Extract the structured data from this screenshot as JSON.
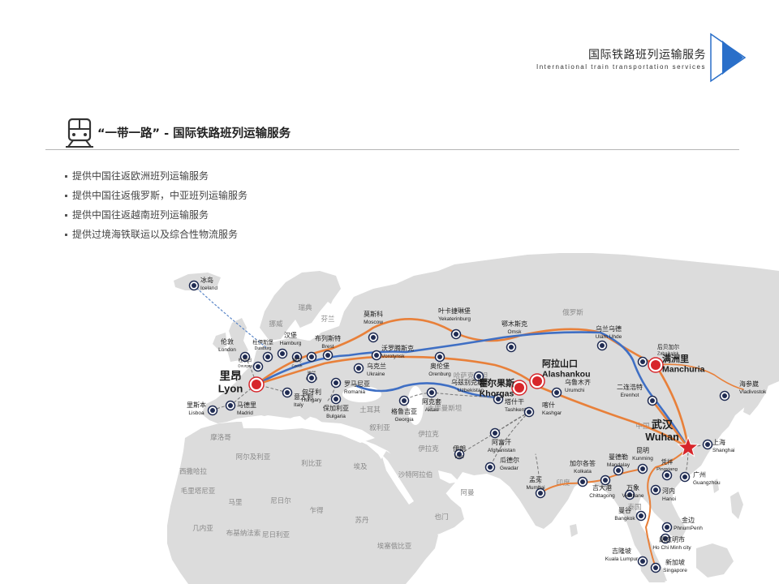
{
  "header": {
    "title": "国际铁路班列运输服务",
    "subtitle": "International train transportation services",
    "accent_color": "#2a6fc9",
    "arrow_icon": "triangle-right-icon"
  },
  "section": {
    "title": "“一带一路” - 国际铁路班列运输服务",
    "icon": "train-icon"
  },
  "bullets": [
    "提供中国往返欧洲班列运输服务",
    "提供中国往返俄罗斯，中亚班列运输服务",
    "提供中国往返越南班列运输服务",
    "提供过境海铁联运以及综合性物流服务"
  ],
  "map": {
    "colors": {
      "land": "#dcdcdc",
      "route_orange": "#e8803a",
      "route_blue": "#3f6fc4",
      "station": "#1f2b52",
      "hub": "#d7262b",
      "sea_route": "#5a86c8"
    },
    "stations": [
      {
        "id": "iceland",
        "zh": "冰岛",
        "en": "Iceland"
      },
      {
        "id": "london",
        "zh": "伦敦",
        "en": "London"
      },
      {
        "id": "duisburg",
        "zh": "杜伊斯堡",
        "en": "Duisburg"
      },
      {
        "id": "hamburg",
        "zh": "汉堡",
        "en": "Hamburg"
      },
      {
        "id": "brest",
        "zh": "布列斯特",
        "en": "Brest"
      },
      {
        "id": "moscow",
        "zh": "莫斯科",
        "en": "Moscow"
      },
      {
        "id": "yekaterinburg",
        "zh": "叶卡捷琳堡",
        "en": "Yekaterinburg"
      },
      {
        "id": "omsk",
        "zh": "鄂木斯克",
        "en": "Omsk"
      },
      {
        "id": "ulanude",
        "zh": "乌兰乌德",
        "en": "Ulam Uhde"
      },
      {
        "id": "zabaikalsk",
        "zh": "后贝加尔",
        "en": "Zabaikalsk"
      },
      {
        "id": "manchuria",
        "zh": "满洲里",
        "en": "Manchuria"
      },
      {
        "id": "vladivostok",
        "zh": "海参崴",
        "en": "Vladivostok"
      },
      {
        "id": "dourges",
        "zh": "杜尔日",
        "en": "Dourges"
      },
      {
        "id": "czech",
        "zh": "捷克",
        "en": "Czech"
      },
      {
        "id": "poland",
        "zh": "波兰",
        "en": "Poland"
      },
      {
        "id": "lyon",
        "zh": "里昂",
        "en": "Lyon"
      },
      {
        "id": "italy",
        "zh": "意大利",
        "en": "Italy"
      },
      {
        "id": "hungary",
        "zh": "匈牙利",
        "en": "Hungary"
      },
      {
        "id": "romania",
        "zh": "罗马尼亚",
        "en": "Romania"
      },
      {
        "id": "bulgaria",
        "zh": "保加利亚",
        "en": "Bulgaria"
      },
      {
        "id": "lisboa",
        "zh": "里斯本",
        "en": "Lisboa"
      },
      {
        "id": "madrid",
        "zh": "马德里",
        "en": "Madrid"
      },
      {
        "id": "ukraine",
        "zh": "乌克兰",
        "en": "Ukraine"
      },
      {
        "id": "vorotynsk",
        "zh": "沃罗腾斯克",
        "en": "Vorotynsk"
      },
      {
        "id": "orenburg",
        "zh": "奥伦堡",
        "en": "Orenburg"
      },
      {
        "id": "georgia",
        "zh": "格鲁吉亚",
        "en": "Georgia"
      },
      {
        "id": "aktau",
        "zh": "阿克套",
        "en": "Aktau"
      },
      {
        "id": "uzbekistan",
        "zh": "乌兹别克斯坦",
        "en": "Uzbekistan"
      },
      {
        "id": "tashkent",
        "zh": "塔什干",
        "en": "Tashkent"
      },
      {
        "id": "khorgas",
        "zh": "霍尔果斯",
        "en": "Khorgas"
      },
      {
        "id": "alashankou",
        "zh": "阿拉山口",
        "en": "Alashankou"
      },
      {
        "id": "urumchi",
        "zh": "乌鲁木齐",
        "en": "Urumchi"
      },
      {
        "id": "kashgar",
        "zh": "喀什",
        "en": "Kashgar"
      },
      {
        "id": "afghanistan",
        "zh": "阿富汗",
        "en": "Afghanistan"
      },
      {
        "id": "iran",
        "zh": "伊朗",
        "en": "Iran"
      },
      {
        "id": "gwadar",
        "zh": "瓜德尔",
        "en": "Gwadar"
      },
      {
        "id": "mumbai",
        "zh": "孟买",
        "en": "Mumbai"
      },
      {
        "id": "kolkata",
        "zh": "加尔各答",
        "en": "Kolkata"
      },
      {
        "id": "chittagong",
        "zh": "吉大港",
        "en": "Chittagong"
      },
      {
        "id": "mandalay",
        "zh": "曼德勒",
        "en": "Mandalay"
      },
      {
        "id": "kunming",
        "zh": "昆明",
        "en": "Kunming"
      },
      {
        "id": "pingxiang",
        "zh": "凭祥",
        "en": "Pingxiang"
      },
      {
        "id": "erenhot",
        "zh": "二连浩特",
        "en": "Erenhot"
      },
      {
        "id": "wuhan",
        "zh": "武汉",
        "en": "Wuhan"
      },
      {
        "id": "shanghai",
        "zh": "上海",
        "en": "Shanghai"
      },
      {
        "id": "guangzhou",
        "zh": "广州",
        "en": "Guangzhou"
      },
      {
        "id": "hanoi",
        "zh": "河内",
        "en": "Hanoi"
      },
      {
        "id": "vientiane",
        "zh": "万象",
        "en": "Vientiane"
      },
      {
        "id": "bangkok",
        "zh": "曼谷",
        "en": "Bangkok"
      },
      {
        "id": "phnompenh",
        "zh": "金边",
        "en": "PhnumPenh"
      },
      {
        "id": "hochiminh",
        "zh": "胡志明市",
        "en": "Ho Chi Minh city"
      },
      {
        "id": "kualalumpur",
        "zh": "吉隆坡",
        "en": "Kuala Lumpur"
      },
      {
        "id": "singapore",
        "zh": "新加坡",
        "en": "Singapore"
      }
    ],
    "countries": [
      "瑞典",
      "芬兰",
      "挪威",
      "俄罗斯",
      "哈萨克斯坦",
      "土库曼斯坦",
      "土耳其",
      "叙利亚",
      "伊拉克",
      "伊拉克",
      "沙特阿拉伯",
      "摩洛哥",
      "阿尔及利亚",
      "利比亚",
      "埃及",
      "西撒哈拉",
      "毛里塔尼亚",
      "马里",
      "尼日尔",
      "乍得",
      "苏丹",
      "布基纳法索",
      "尼日利亚",
      "几内亚",
      "埃塞俄比亚",
      "也门",
      "阿曼",
      "中国",
      "印度",
      "泰国"
    ]
  }
}
